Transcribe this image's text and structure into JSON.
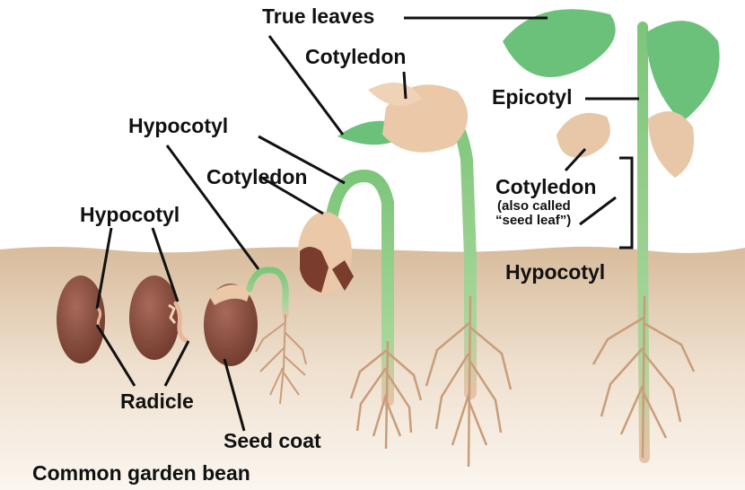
{
  "caption": "Common garden bean",
  "labels": {
    "true_leaves": "True leaves",
    "cotyledon_top": "Cotyledon",
    "hypocotyl_top": "Hypocotyl",
    "cotyledon_mid": "Cotyledon",
    "hypocotyl_left": "Hypocotyl",
    "epicotyl": "Epicotyl",
    "cotyledon_right": "Cotyledon",
    "cotyledon_right_note_1": "(also called",
    "cotyledon_right_note_2": "“seed leaf”)",
    "hypocotyl_right": "Hypocotyl",
    "radicle": "Radicle",
    "seed_coat": "Seed coat"
  },
  "colors": {
    "soil": "#dcc0a1",
    "seed": "#8a4f3c",
    "stem": "#8fce8a",
    "leaf": "#6cc17a",
    "cotyledon": "#e9c4a3",
    "root": "#c99d7a"
  }
}
